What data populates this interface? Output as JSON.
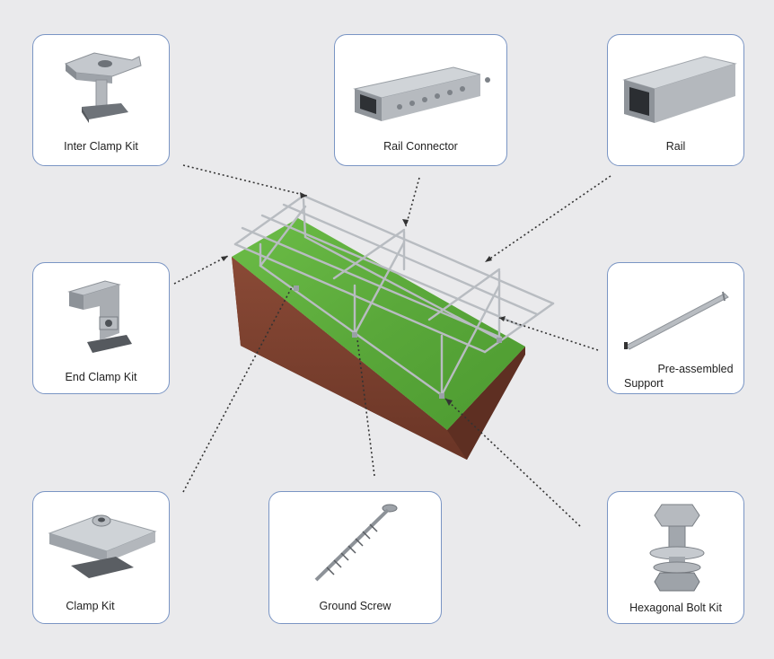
{
  "components": [
    {
      "id": "inter-clamp-kit",
      "label": "Inter Clamp Kit"
    },
    {
      "id": "rail-connector",
      "label": "Rail Connector"
    },
    {
      "id": "rail",
      "label": "Rail"
    },
    {
      "id": "end-clamp-kit",
      "label": "End Clamp Kit"
    },
    {
      "id": "pre-assembled-support",
      "label_line1": "Pre-assembled",
      "label_line2": "Support"
    },
    {
      "id": "clamp-kit",
      "label": "Clamp Kit"
    },
    {
      "id": "ground-screw",
      "label": "Ground Screw"
    },
    {
      "id": "hexagonal-bolt-kit",
      "label": "Hexagonal Bolt Kit"
    }
  ],
  "colors": {
    "card_border": "#7a95c4",
    "background": "#eaeaec",
    "grass": "#5aa83a",
    "soil": "#7a3f30",
    "metal": "#a9adb2"
  }
}
